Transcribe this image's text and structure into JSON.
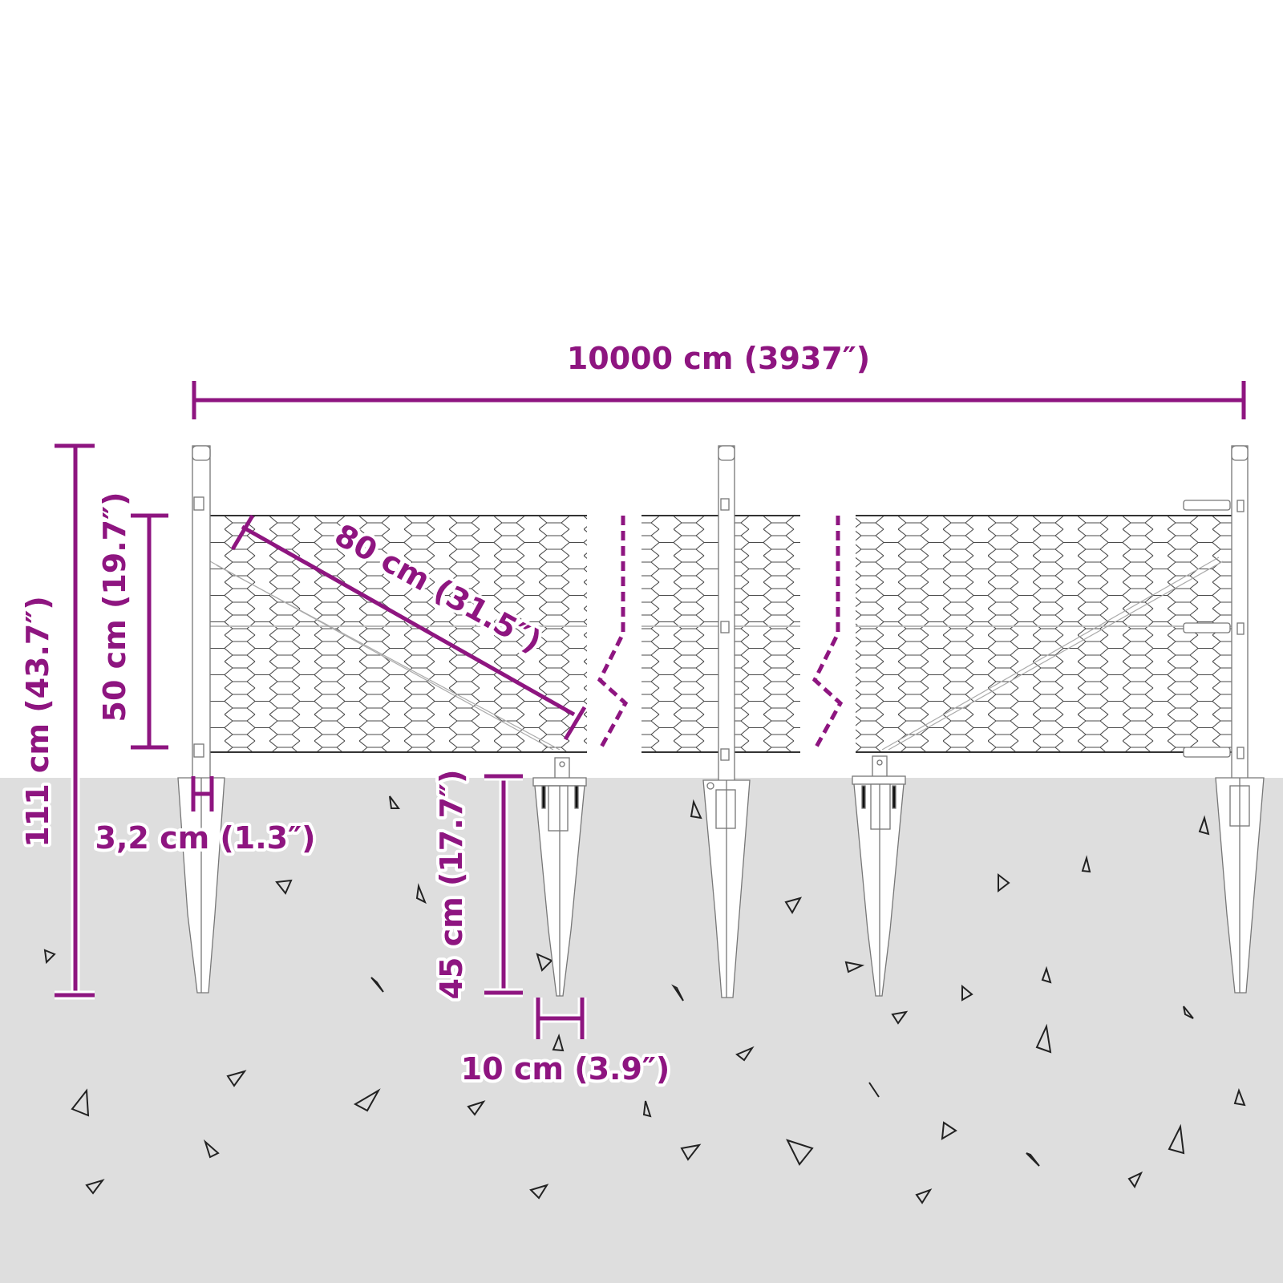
{
  "diagram": {
    "subject": "chain-link / hexagonal wire mesh fence with ground spikes",
    "accent_color": "#8e1580",
    "ground_color": "#dedede",
    "background_color": "#ffffff",
    "line_color": "#555555"
  },
  "dimensions": {
    "total_length": "10000 cm (3937″)",
    "total_height": "111 cm (43.7″)",
    "mesh_height": "50 cm (19.7″)",
    "mesh_diagonal": "80 cm (31.5″)",
    "post_diameter": "3,2 cm (1.3″)",
    "spike_depth": "45 cm (17.7″)",
    "spike_width": "10 cm (3.9″)"
  },
  "posts": [
    {
      "id": "left-end",
      "type": "round post with spike"
    },
    {
      "id": "anchor-1",
      "type": "strut anchor spike with plate"
    },
    {
      "id": "middle",
      "type": "round post with spike"
    },
    {
      "id": "anchor-2",
      "type": "strut anchor spike with plate"
    },
    {
      "id": "right-end",
      "type": "round post with spike"
    }
  ]
}
